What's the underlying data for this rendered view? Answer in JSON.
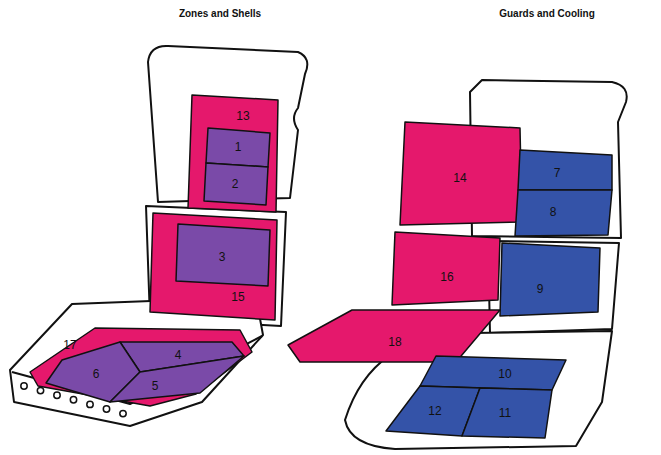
{
  "diagram": {
    "nodes": [
      {
        "text": [
          "13"
        ]
      },
      {
        "text": [
          "1"
        ],
        "in": 0
      },
      {
        "text": [
          "2"
        ],
        "in": 0
      },
      {
        "text": [
          "15"
        ]
      },
      {
        "text": [
          "3"
        ],
        "in": 3
      },
      {
        "text": [
          "17"
        ]
      },
      {
        "text": [
          "4"
        ],
        "in": 5
      },
      {
        "text": [
          "6"
        ],
        "in": 5
      },
      {
        "text": [
          "5"
        ],
        "in": 5
      },
      {
        "text": [
          "14"
        ]
      },
      {
        "text": [
          "7"
        ]
      },
      {
        "text": [
          "8"
        ]
      },
      {
        "text": [
          "16"
        ]
      },
      {
        "text": [
          "9"
        ]
      },
      {
        "text": [
          "18"
        ]
      },
      {
        "text": [
          "10"
        ]
      },
      {
        "text": [
          "12"
        ]
      },
      {
        "text": [
          "11"
        ]
      }
    ],
    "labels": [
      "Zones and Shells",
      "Guards and Cooling"
    ]
  }
}
